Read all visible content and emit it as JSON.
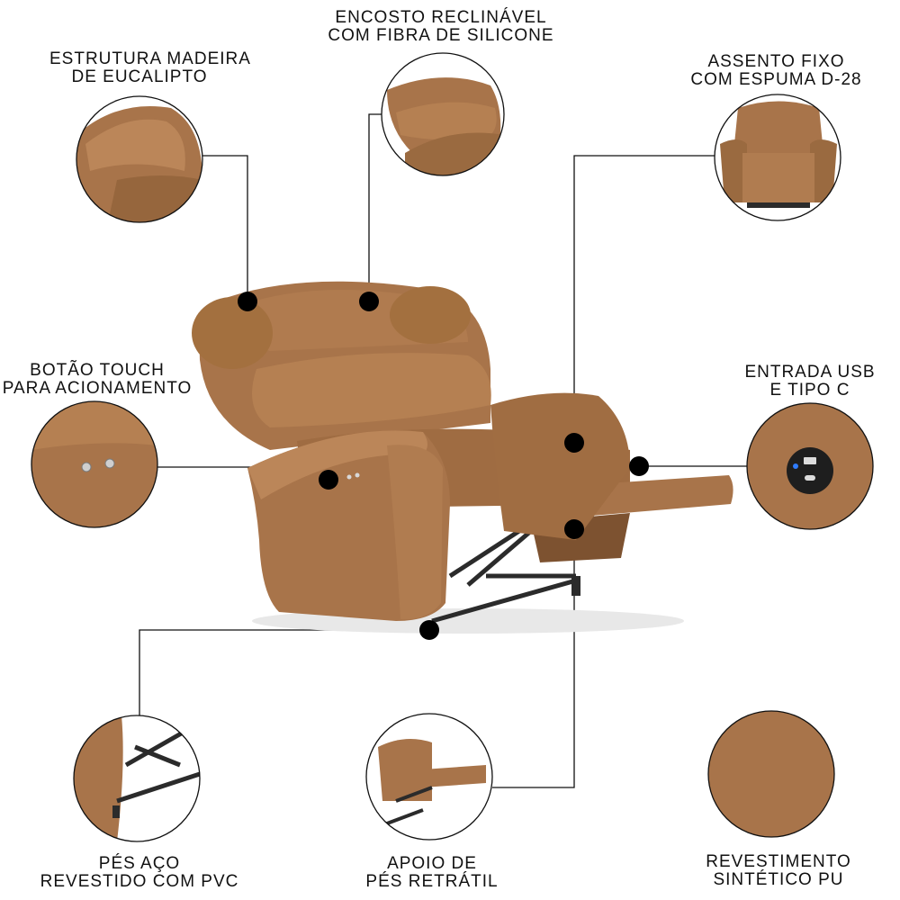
{
  "colors": {
    "upholstery": "#a8744a",
    "upholstery_dark": "#7d5230",
    "upholstery_light": "#c08a5c",
    "mechanism": "#2b2b2b",
    "line": "#111111",
    "dot": "#000000"
  },
  "callouts": {
    "frame": {
      "line1": "ESTRUTURA MADEIRA",
      "line2": "DE EUCALIPTO"
    },
    "backrest": {
      "line1": "ENCOSTO RECLINÁVEL",
      "line2": "COM FIBRA DE SILICONE"
    },
    "seat": {
      "line1": "ASSENTO FIXO",
      "line2": "COM ESPUMA D-28"
    },
    "touch_button": {
      "line1": "BOTÃO TOUCH",
      "line2": "PARA ACIONAMENTO"
    },
    "usb": {
      "line1": "ENTRADA USB",
      "line2": "E TIPO C"
    },
    "feet": {
      "line1": "PÉS AÇO",
      "line2": "REVESTIDO COM PVC"
    },
    "footrest": {
      "line1": "APOIO DE",
      "line2": "PÉS RETRÁTIL"
    },
    "covering": {
      "line1": "REVESTIMENTO",
      "line2": "SINTÉTICO PU"
    }
  },
  "icons": [
    "recliner-image",
    "usb-port-icon",
    "touch-button-icon"
  ]
}
